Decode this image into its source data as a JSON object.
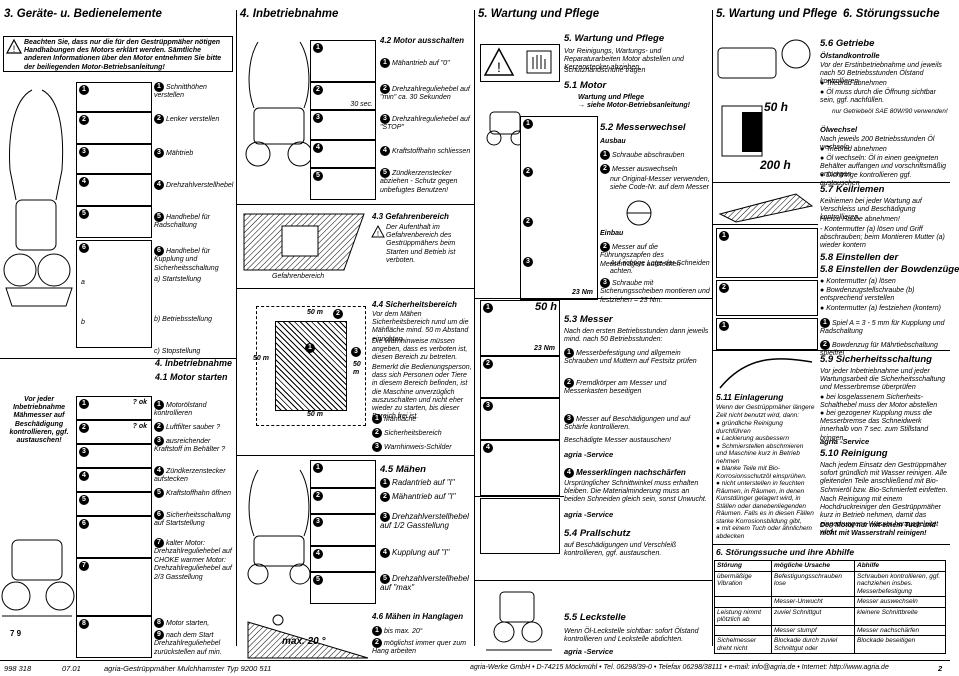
{
  "headers": {
    "col1": "3. Geräte- u. Bedienelemente",
    "col2": "4. Inbetriebnahme",
    "col3": "5. Wartung und Pflege",
    "col4a": "5. Wartung und Pflege",
    "col4b": "6. Störungssuche"
  },
  "col1": {
    "notice": "Beachten Sie, dass nur die für den Gestrüppmäher nötigen Handhabungen des Motors erklärt werden. Sämtliche anderen Informationen über den Motor entnehmen Sie bitte der beiliegenden Motor-Betriebsanleitung!",
    "items": [
      {
        "n": "1",
        "text": "Schnitthöhen verstellen"
      },
      {
        "n": "2",
        "text": "Lenker verstellen"
      },
      {
        "n": "3",
        "text": "Mähtrieb"
      },
      {
        "n": "4",
        "text": "Drehzahlverstellhebel"
      },
      {
        "n": "5",
        "text": "Handhebel für Radschaltung"
      },
      {
        "n": "6",
        "text": "Handhebel für Kupplung und Sicherheitsschaltung"
      }
    ],
    "sub": [
      {
        "k": "a",
        "text": "a) Startstellung"
      },
      {
        "k": "b",
        "text": "b) Betriebsstellung"
      },
      {
        "k": "c",
        "text": "c) Stopstellung"
      }
    ],
    "warn": "Vor jeder Inbetriebnahme Mähmesser auf Beschädigung kontrollieren, ggf. austauschen!",
    "section": "4. Inbetriebnahme",
    "sub_title": "4.1 Motor starten",
    "start_items": [
      {
        "n": "1",
        "text": "Motorölstand kontrollieren"
      },
      {
        "n": "2",
        "text": "Luftfilter sauber ?"
      },
      {
        "n": "3",
        "text": "ausreichender Kraftstoff im Behälter ?"
      },
      {
        "n": "4",
        "text": "Zündkerzenstecker aufstecken"
      },
      {
        "n": "5",
        "text": "Kraftstoffhahn öffnen"
      },
      {
        "n": "6",
        "text": "Sicherheitsschaltung auf Startstellung"
      },
      {
        "n": "7",
        "text": "kalter Motor: Drehzahlreguliehebel auf CHOKE warmer Motor: Drehzahlreguliehebel auf 2/3 Gasstellung"
      },
      {
        "n": "8",
        "text": "Motor starten,"
      },
      {
        "n": "9",
        "text": "nach dem Start Drehzahlreguliehebel zurückstellen auf min."
      }
    ],
    "ok": "? ok"
  },
  "col2": {
    "stop_title": "4.2 Motor ausschalten",
    "stop_items": [
      {
        "n": "1",
        "text": "Mähantrieb auf \"0\""
      },
      {
        "n": "2",
        "text": "Drehzahlreguliehebel auf \"min\" ca. 30 Sekunden"
      },
      {
        "n": "3",
        "text": "Drehzahlreguliehebel auf \"STOP\""
      },
      {
        "n": "4",
        "text": "Kraftstoffhahn schliessen"
      },
      {
        "n": "5",
        "text": "Zündkerzenstecker abziehen - Schutz gegen unbefugtes Benutzen!"
      }
    ],
    "sec30": "30 sec.",
    "danger_title": "4.3 Gefahrenbereich",
    "danger_text": "Der Aufenthalt im Gefahrenbereich des Gestrüppmähers beim Starten und Betrieb ist verboten.",
    "danger_label": "Gefahrenbereich",
    "safety_title": "4.4 Sicherheitsbereich",
    "safety_text1": "Vor dem Mähen Sicherheitsbereich rund um die Mähfläche mind. 50 m Abstand einrichten.",
    "safety_text2": "Die Warnhinweise müssen angeben, dass es verboten ist, diesen Bereich zu betreten.",
    "safety_text3": "Bemerkt die Bedienungsperson, dass sich Personen oder Tiere in diesem Bereich befinden, ist die Maschine unverzüglich auszuschalten und nicht eher wieder zu starten, bis dieser Bereich frei ist.",
    "safety_items": [
      {
        "n": "1",
        "text": "Mähfläche"
      },
      {
        "n": "2",
        "text": "Sicherheitsbereich"
      },
      {
        "n": "3",
        "text": "Warnhinweis-Schilder"
      }
    ],
    "dist": "50 m",
    "mow_title": "4.5 Mähen",
    "mow_items": [
      {
        "n": "1",
        "text": "Radantrieb auf \"I\""
      },
      {
        "n": "2",
        "text": "Mähantrieb auf \"I\""
      },
      {
        "n": "3",
        "text": "Drehzahlverstellhebel auf 1/2 Gasstellung"
      },
      {
        "n": "4",
        "text": "Kupplung auf \"I\""
      },
      {
        "n": "5",
        "text": "Drehzahlverstellhebel auf \"max\""
      }
    ],
    "slope_title": "4.6 Mähen in Hanglagen",
    "slope_items": [
      {
        "n": "1",
        "text": "bis max. 20°"
      },
      {
        "n": "2",
        "text": "möglichst immer quer zum Hang arbeiten"
      }
    ],
    "maxangle": "max. 20 °"
  },
  "col3": {
    "title": "5. Wartung und Pflege",
    "intro": "Vor Reinigungs, Wartungs- und Reparaturarbeiten Motor abstellen und Kerzenstecker abziehen.",
    "gloves": "Schutzhandschuhe tragen",
    "motor_title": "5.1 Motor",
    "motor_text1": "Wartung und Pflege",
    "motor_text2": "→ siehe Motor-Betriebsanleitung!",
    "knife_title": "5.2 Messerwechsel",
    "ausbau": "Ausbau",
    "knife_out": [
      {
        "n": "1",
        "text": "Schraube abschrauben"
      },
      {
        "n": "2",
        "text": "Messer auswechseln"
      }
    ],
    "knife_note": "nur Original-Messer verwenden, siehe Code-Nr. auf dem Messer",
    "einbau": "Einbau",
    "knife_in": [
      {
        "n": "2",
        "text": "Messer auf die Führungszapfen des Messerträgers aufstecken"
      },
      {
        "n": "3",
        "text": "Schraube mit Sicherungsscheiben montieren und festziehen = 23 Nm."
      }
    ],
    "knife_note2": "Auf richtige Lage der Schneiden achten.",
    "nm": "23 Nm",
    "h50": "50 h",
    "blade_title": "5.3 Messer",
    "blade_text": "Nach den ersten Betriebsstunden dann jeweils mind. nach 50 Betriebsstunden:",
    "blade_items": [
      {
        "n": "1",
        "text": "Messerbefestigung und allgemein Schrauben und Muttern auf Festsitz prüfen"
      },
      {
        "n": "2",
        "text": "Fremdkörper am Messer und Messerkasten beseitigen"
      },
      {
        "n": "3",
        "text": "Messer auf Beschädigungen und auf Schärfe kontrollieren."
      }
    ],
    "blade_replace": "Beschädigte Messer austauschen!",
    "sharpen_n": "4",
    "sharpen_title": "Messerklingen nachschärfen",
    "sharpen_text": "Ursprünglicher Schnittwinkel muss erhalten bleiben. Die Materialminderung muss an beiden Schneiden gleich sein, sonst Unwucht.",
    "service": "agria -Service",
    "guard_title": "5.4 Prallschutz",
    "guard_text": "auf Beschädigungen und Verschleiß kontrollieren, ggf. austauschen.",
    "leak_title": "5.5 Leckstelle",
    "leak_text": "Wenn Öl-Leckstelle sichtbar: sofort Ölstand kontrollieren und Leckstelle abdichten."
  },
  "col4": {
    "gear_title": "5.6 Getriebe",
    "oil_title": "Ölstandkontrolle",
    "oil_text": "Vor der Erstinbetriebnahme und jeweils nach 50 Betriebsstunden Ölstand kontrollieren.",
    "oil_items": [
      "Triebrad abnehmen",
      "Öl muss durch die Öffnung sichtbar sein, ggf. nachfüllen."
    ],
    "oil_type": "nur Getriebeöl SAE 80W/90 verwenden!",
    "oilchange_title": "Ölwechsel",
    "oilchange_text": "Nach jeweils 200 Betriebsstunden Öl wechseln",
    "oilchange_items": [
      "Triebrad abnehmen",
      "Öl wechseln: Öl in einen geeigneten Behälter auffangen und vorschriftsmäßig entsorgen",
      "Dichtringe kontrollieren ggf. austauschen"
    ],
    "h50": "50 h",
    "h200": "200 h",
    "belt_title": "5.7 Keilriemen",
    "belt_text1": "Keilriemen bei jeder Wartung auf Verschleiss und Beschädigung kontrollieren.",
    "belt_text2": "Hierzu Haube abnehmen!",
    "belt_text3": "- Kontermutter (a) lösen und Griff abschrauben; beim Montieren Mutter (a) wieder kontern",
    "cable_title": "5.8 Einstellen der Bowdenzüge",
    "cable_items": [
      "Kontermutter (a) lösen",
      "Bowdenzugstellschraube (b) entsprechend verstellen",
      "Kontermutter (a) festziehen (kontern)"
    ],
    "cable_play": "Spiel A = 3 - 5 mm für Kupplung und Radschaltung",
    "cable_play2": "Bowdenzug für Mährtiebschaltung spielfrei",
    "safety_title": "5.9 Sicherheitsschaltung",
    "safety_text": "Vor jeder Inbetriebnahme und jeder Wartungsarbeit die Sicherheitsschaltung und Messerbremse überprüfen",
    "safety_items": [
      "bei losgelassenem Sicherheits-Schalthebel muss der Motor abstellen",
      "bei gezogener Kupplung muss die Messerbremse das Schneidwerk innerhalb von 7 sec. zum Stillstand bringen"
    ],
    "service": "agria -Service",
    "storage_title": "5.11 Einlagerung",
    "storage_text": "Wenn der Gestrüppmäher längere Zeit nicht benutzt wird, dann:",
    "storage_items": [
      "gründliche Reinigung durchführen",
      "Lackierung ausbessern",
      "Schmierstellen abschmieren und Maschine kurz in Betrieb nehmen",
      "blanke Teile mit Bio-Korrosionsschutzöl einsprühen.",
      "nicht unterstellen in feuchten Räumen, in Räumen, in denen Kunstdünger gelagert wird, in Ställen oder danebenliegenden Räumen. Falls es in diesen Fällen starke Korrosionsbildung gibt,",
      "mit einem Tuch oder ähnlichem abdecken"
    ],
    "clean_title": "5.10 Reinigung",
    "clean_text1": "Nach jedem Einsatz den Gestrüppmäher sofort gründlich mit Wasser reinigen. Alle gleitenden Teile anschließend mit Bio-Schmieröl bzw. Bio-Schmierfett einfetten.",
    "clean_text2": "Nach Reinigung mit einem Hochdruckreiniger den Gestrüppmäher kurz in Betrieb nehmen, damit das eingedrungene Wasser herausgeleitet wird.",
    "clean_text3": "Den Motor nur mit einem Tuch und nicht mit Wasserstrahl reinigen!",
    "table_title": "6. Störungssuche und ihre Abhilfe",
    "table_headers": [
      "Störung",
      "mögliche Ursache",
      "Abhilfe"
    ],
    "table_rows": [
      [
        "übermäßige Vibration",
        "Befestigungsschrauben lose",
        "Schrauben kontrollieren, ggf. nachziehen insbes. Messerbefestigung"
      ],
      [
        "",
        "Messer-Unwucht",
        "Messer auswechseln"
      ],
      [
        "Leistung nimmt plötzlich ab",
        "zuviel Schnittgut",
        "kleinere Schnittbreite"
      ],
      [
        "",
        "Messer stumpf",
        "Messer nachschärfen"
      ],
      [
        "Sichelmesser dreht nicht",
        "Blockade durch zuviel Schnittgut oder",
        "Blockade beseitigen"
      ]
    ]
  },
  "footer": {
    "doc": "998 318",
    "date": "07.01",
    "product": "agria-Gestrüppmäher Mulchhamster  Typ 9200 511",
    "company": "agria-Werke GmbH • D-74215 Möckmühl • Tel. 06298/39-0 • Telefax 06298/38111 • e-mail: info@agria.de • Internet: http://www.agria.de",
    "page": "2"
  }
}
